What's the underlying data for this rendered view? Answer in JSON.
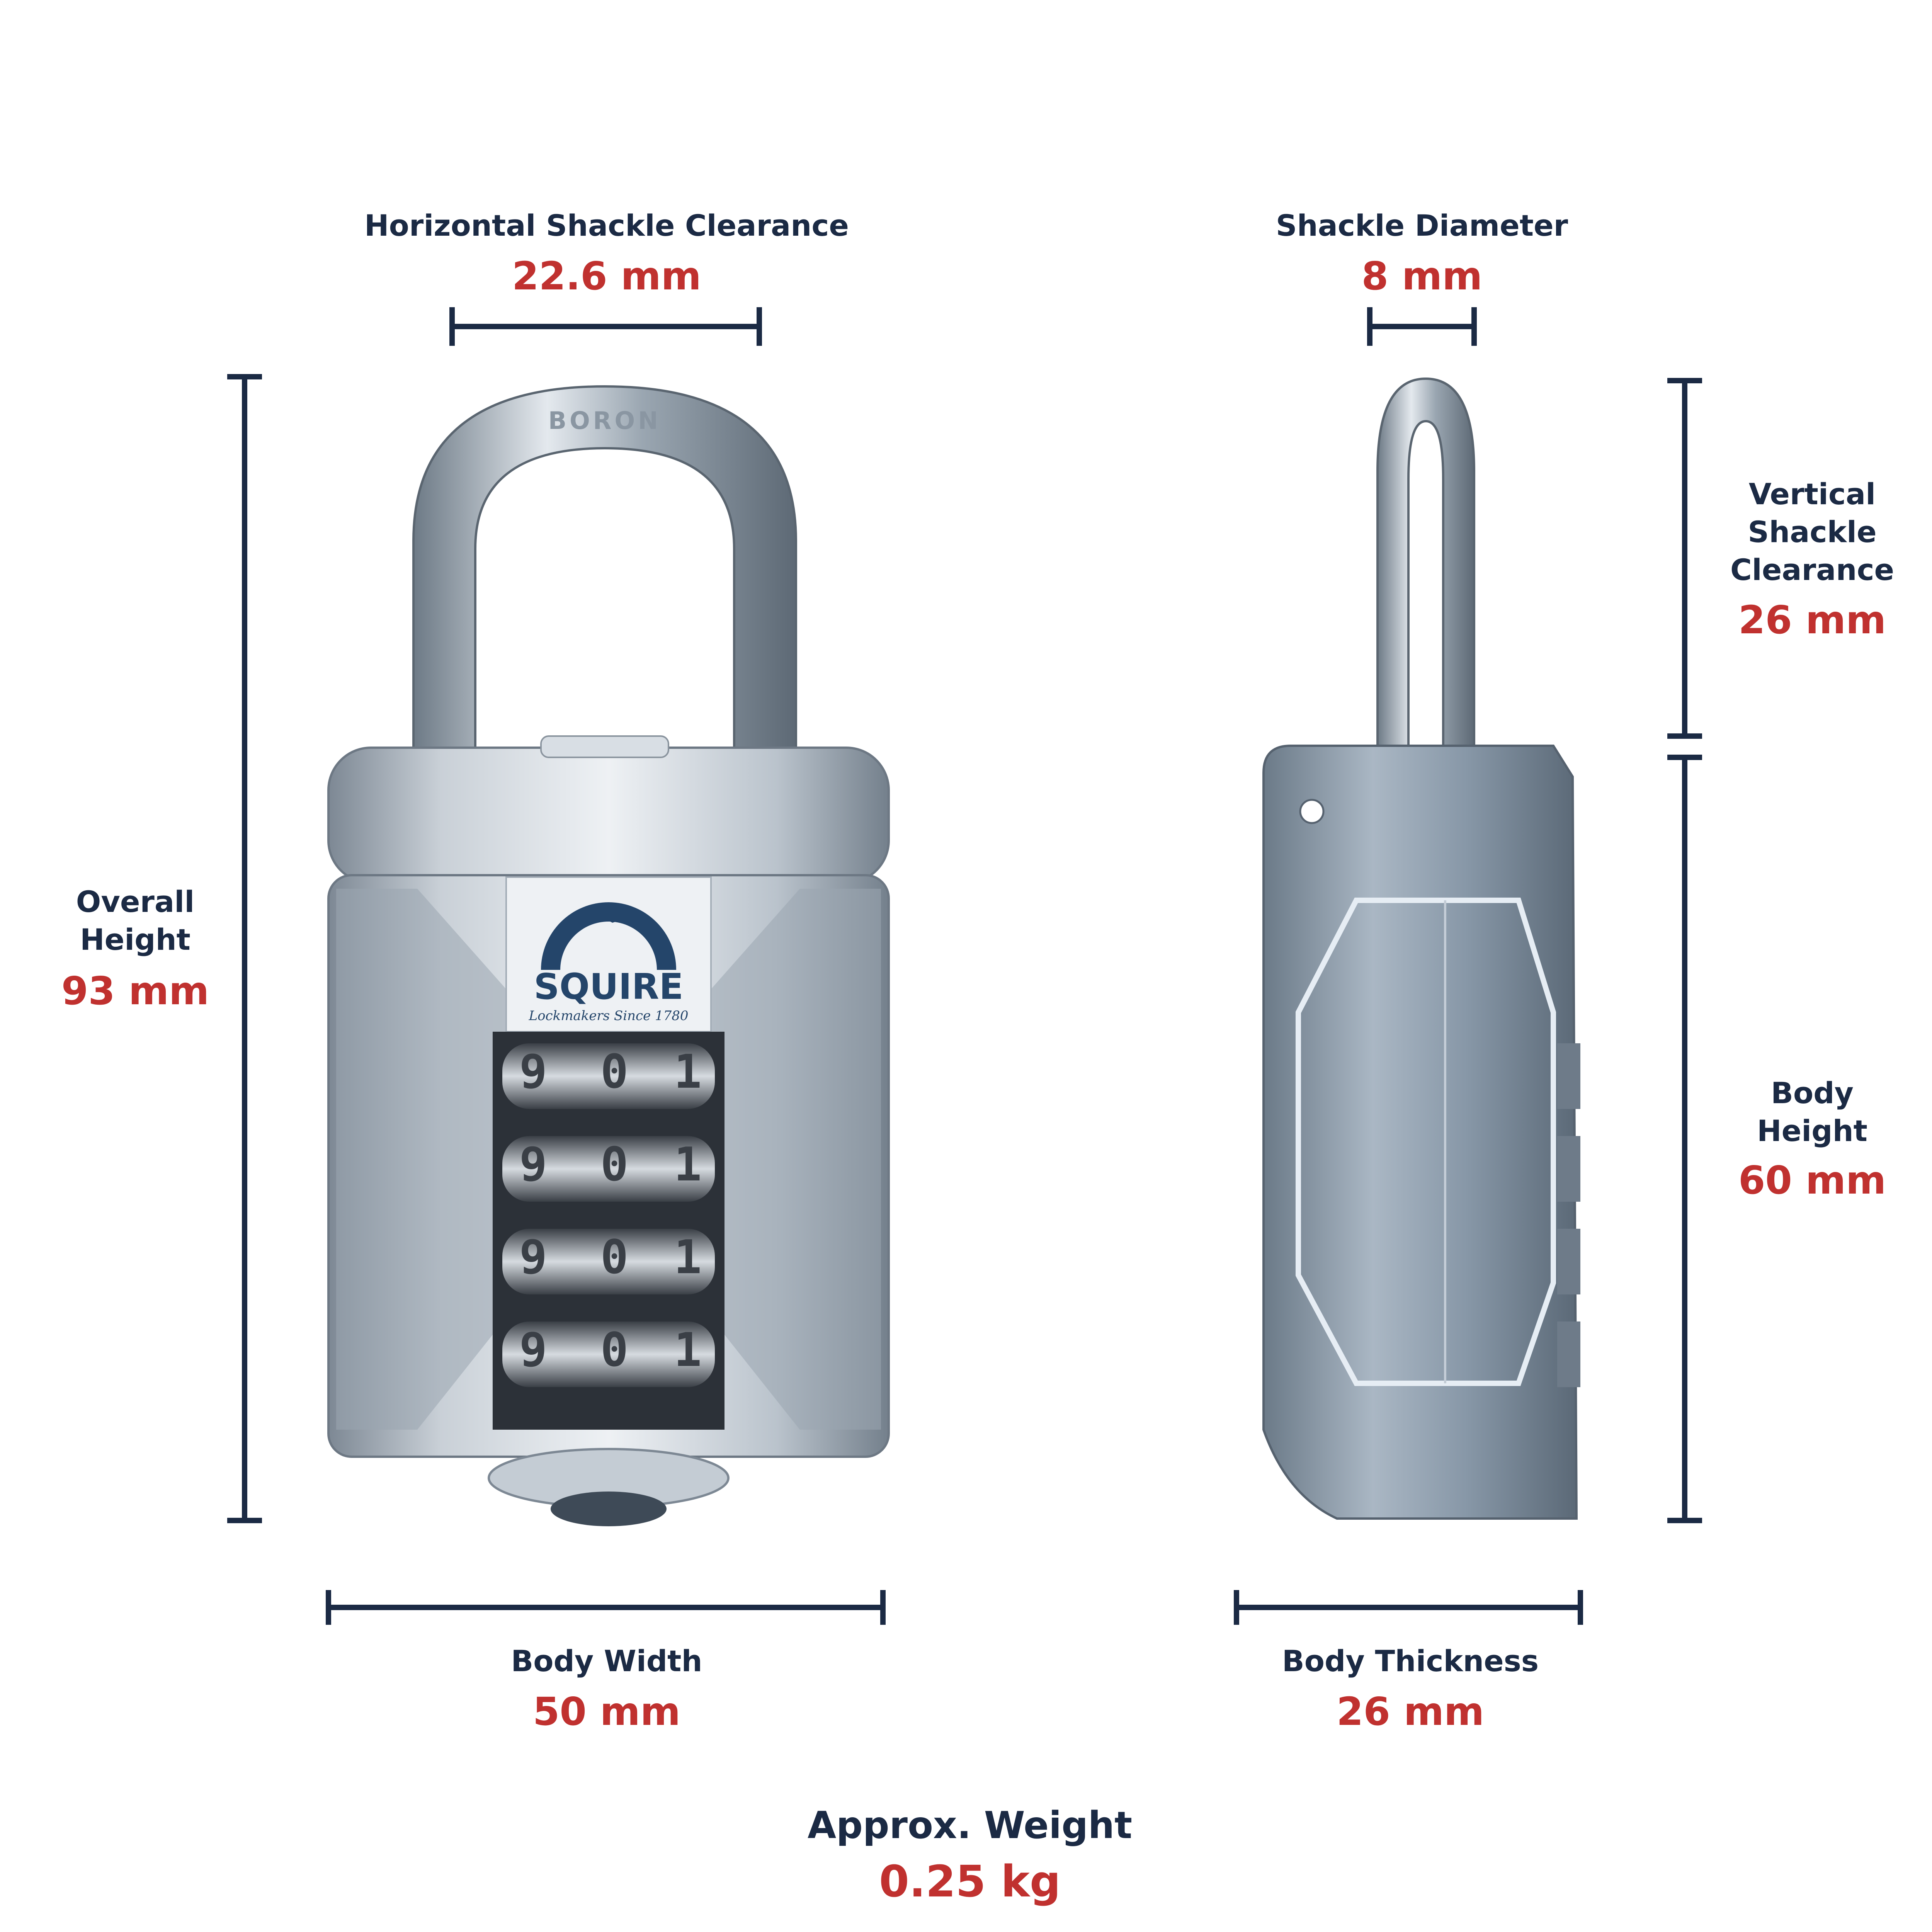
{
  "colors": {
    "label": "#1b2a44",
    "value": "#c0312f",
    "line": "#1b2a44",
    "brand": "#24456a"
  },
  "dimensions": {
    "horizontal_shackle_clearance": {
      "label": "Horizontal Shackle Clearance",
      "value": "22.6 mm"
    },
    "shackle_diameter": {
      "label": "Shackle Diameter",
      "value": "8 mm"
    },
    "overall_height": {
      "label": "Overall\nHeight",
      "value": "93 mm"
    },
    "vertical_shackle_clearance": {
      "label": "Vertical\nShackle\nClearance",
      "value": "26 mm"
    },
    "body_height": {
      "label": "Body\nHeight",
      "value": "60 mm"
    },
    "body_width": {
      "label": "Body Width",
      "value": "50 mm"
    },
    "body_thickness": {
      "label": "Body Thickness",
      "value": "26 mm"
    },
    "approx_weight": {
      "label": "Approx. Weight",
      "value": "0.25 kg"
    }
  },
  "product": {
    "brand": "SQUIRE",
    "tagline": "Lockmakers Since 1780",
    "shackle_mark": "BORON",
    "dial_digits": [
      "9",
      "0",
      "1"
    ]
  }
}
